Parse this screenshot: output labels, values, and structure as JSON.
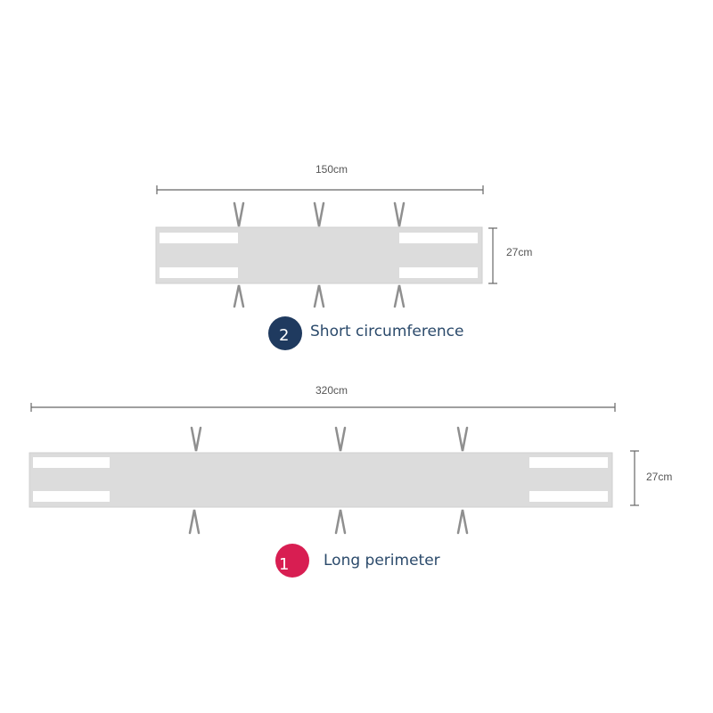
{
  "short_bumper": {
    "width_label": "150cm",
    "height_label": "27cm",
    "badge_number": "2",
    "caption": "Short circumference",
    "badge_color": "#1f3a5f"
  },
  "long_bumper": {
    "width_label": "320cm",
    "height_label": "27cm",
    "badge_number": "1",
    "caption": "Long perimeter",
    "badge_color": "#d81e52"
  },
  "colors": {
    "panel_fill": "#dcdcdc",
    "panel_stroke": "#cfcfcf",
    "tie": "#8f8f8f",
    "dimension_line": "#666666",
    "caption_text": "#2b4a6b"
  }
}
